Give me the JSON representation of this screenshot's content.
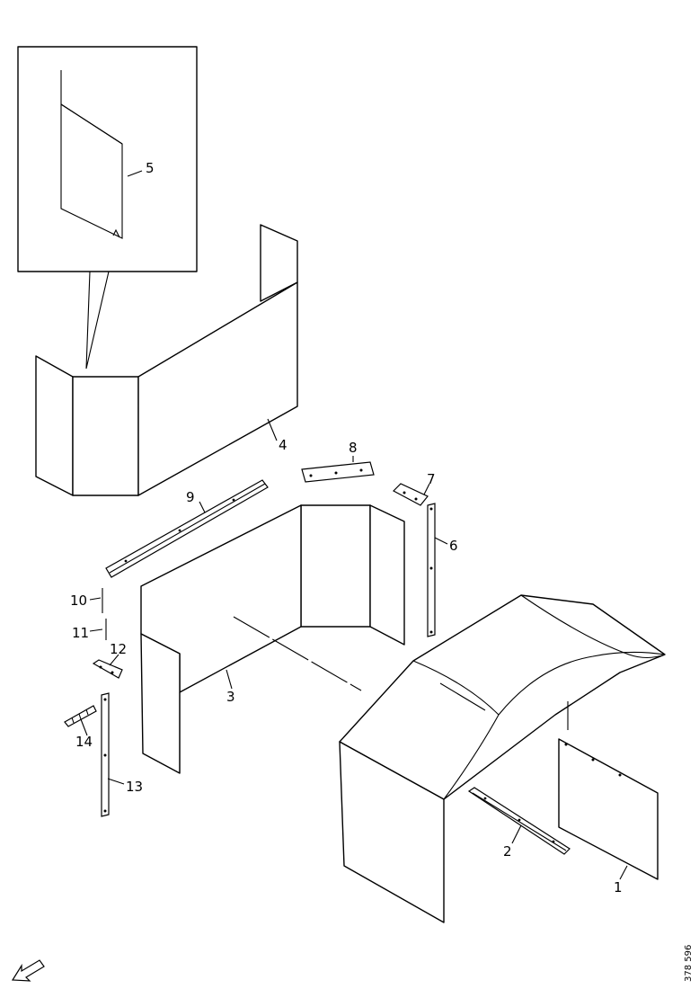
{
  "callouts": {
    "c1": "1",
    "c2": "2",
    "c3": "3",
    "c4": "4",
    "c5": "5",
    "c6": "6",
    "c7": "7",
    "c8": "8",
    "c9": "9",
    "c10": "10",
    "c11": "11",
    "c12": "12",
    "c13": "13",
    "c14": "14"
  },
  "reference_number": "378 596",
  "icons": {
    "direction_arrow": "arrow-down-left-icon"
  }
}
